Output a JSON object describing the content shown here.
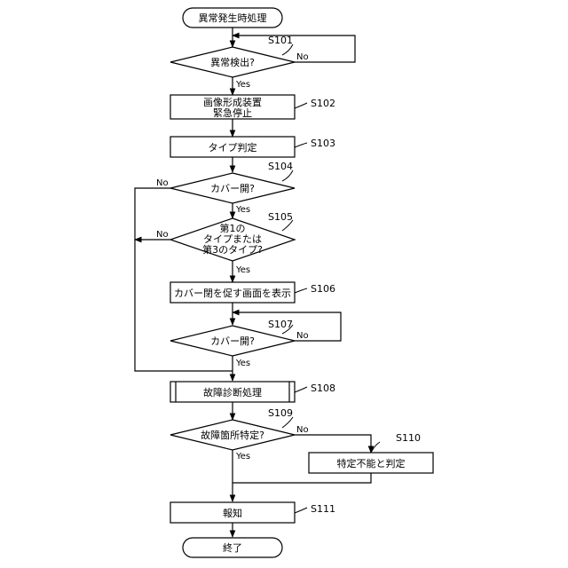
{
  "flowchart": {
    "start": {
      "label": "異常発生時処理"
    },
    "s101": {
      "step": "S101",
      "label": "異常検出?",
      "yes": "Yes",
      "no": "No"
    },
    "s102": {
      "step": "S102",
      "lines": [
        "画像形成装置",
        "緊急停止"
      ]
    },
    "s103": {
      "step": "S103",
      "label": "タイプ判定"
    },
    "s104": {
      "step": "S104",
      "label": "カバー開?",
      "yes": "Yes",
      "no": "No"
    },
    "s105": {
      "step": "S105",
      "lines": [
        "第1の",
        "タイプまたは",
        "第3のタイプ?"
      ],
      "yes": "Yes",
      "no": "No"
    },
    "s106": {
      "step": "S106",
      "label": "カバー閉を促す画面を表示"
    },
    "s107": {
      "step": "S107",
      "label": "カバー開?",
      "yes": "Yes",
      "no": "No"
    },
    "s108": {
      "step": "S108",
      "label": "故障診断処理"
    },
    "s109": {
      "step": "S109",
      "label": "故障箇所特定?",
      "yes": "Yes",
      "no": "No"
    },
    "s110": {
      "step": "S110",
      "label": "特定不能と判定"
    },
    "s111": {
      "step": "S111",
      "label": "報知"
    },
    "end": {
      "label": "終了"
    }
  }
}
